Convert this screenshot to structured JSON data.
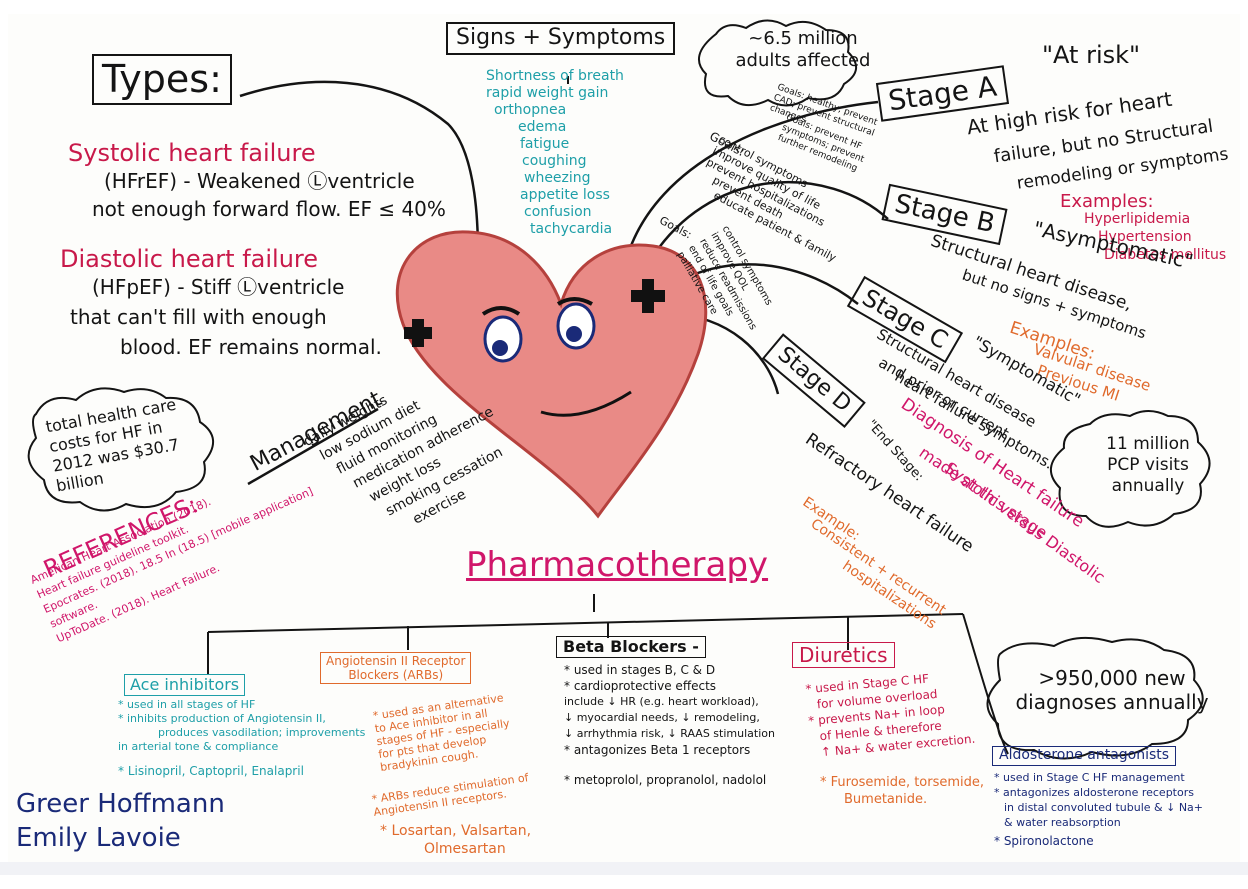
{
  "types": {
    "heading": "Types:",
    "systolic_title": "Systolic heart failure",
    "systolic_desc_1": "(HFrEF) - Weakened Ⓛventricle",
    "systolic_desc_2": "not enough forward flow. EF ≤ 40%",
    "diastolic_title": "Diastolic heart failure",
    "diastolic_desc_1": "(HFpEF) - Stiff Ⓛventricle",
    "diastolic_desc_2": "that can't fill with enough",
    "diastolic_desc_3": "blood. EF remains normal."
  },
  "signs": {
    "heading": "Signs + Symptoms",
    "items": [
      "Shortness of breath",
      "rapid weight gain",
      "orthopnea",
      "edema",
      "fatigue",
      "coughing",
      "wheezing",
      "appetite loss",
      "confusion",
      "tachycardia"
    ]
  },
  "stats": {
    "adults": "~6.5 million adults affected",
    "costs": "total health care costs for HF in 2012 was $30.7 billion",
    "visits": "11 million PCP visits annually",
    "diagnoses": ">950,000 new diagnoses annually"
  },
  "stage_a": {
    "label": "Stage A",
    "quote": "\"At risk\"",
    "desc_1": "At high risk for heart",
    "desc_2": "failure, but no Structural",
    "desc_3": "remodeling or symptoms",
    "examples_heading": "Examples:",
    "examples": [
      "Hyperlipidemia",
      "Hypertension",
      "Diabetes mellitus"
    ],
    "goals": "Goals: healthy; prevent CAD; prevent structural changes"
  },
  "stage_b": {
    "label": "Stage B",
    "quote": "\"Asymptomatic\"",
    "desc_1": "Structural heart disease,",
    "desc_2": "but no signs + symptoms",
    "examples_heading": "Examples:",
    "examples": [
      "Valvular disease",
      "Previous MI"
    ],
    "goals": "Goals: prevent HF symptoms; prevent further remodeling"
  },
  "stage_c": {
    "label": "Stage C",
    "quote": "\"Symptomatic\"",
    "desc_1": "Structural heart disease",
    "desc_2": "and prior or current",
    "desc_3": "heart failure symptoms.",
    "diag_1": "Diagnosis of Heart failure",
    "diag_2": "made at this stage",
    "diag_3": "Systolic versus Diastolic",
    "goals_heading": "Goals:",
    "goals": [
      "control symptoms",
      "improve quality of life",
      "prevent hospitalizations",
      "prevent death",
      "educate patient & family"
    ]
  },
  "stage_d": {
    "label": "Stage D",
    "quote": "\"End Stage:",
    "desc_1": "Refractory heart failure",
    "examples_heading": "Example:",
    "examples_1": "Consistent + recurrent",
    "examples_2": "hospitalizations",
    "goals_heading": "Goals:",
    "goals": [
      "control symptoms",
      "improve QOL",
      "reduce readmissions",
      "end of life goals",
      "palliative care"
    ]
  },
  "management": {
    "heading": "Management",
    "items": [
      "daily weights",
      "low sodium diet",
      "fluid monitoring",
      "medication adherence",
      "weight loss",
      "smoking cessation",
      "exercise"
    ]
  },
  "references": {
    "heading": "REFERENCES:",
    "items": [
      "American Heart Association (2018).",
      "Heart failure guideline toolkit.",
      "Epocrates. (2018). 18.5 In (18.5) [mobile application]",
      "software.",
      "UpToDate. (2018). Heart Failure."
    ]
  },
  "authors": [
    "Greer Hoffmann",
    "Emily Lavoie"
  ],
  "pharma": {
    "heading": "Pharmacotherapy",
    "ace": {
      "label": "Ace inhibitors",
      "items": [
        "* used in all stages of HF",
        "* inhibits production of Angiotensin II,",
        "produces vasodilation; improvements",
        "in arterial tone & compliance",
        "* Lisinopril, Captopril, Enalapril"
      ]
    },
    "arb": {
      "label_1": "Angiotensin II Receptor",
      "label_2": "Blockers (ARBs)",
      "items": [
        "* used as an alternative",
        "to Ace inhibitor in all",
        "stages of HF - especially",
        "for pts that develop",
        "bradykinin cough.",
        "* ARBs reduce stimulation of",
        "Angiotensin II receptors.",
        "* Losartan, Valsartan,",
        "Olmesartan"
      ]
    },
    "beta": {
      "label": "Beta Blockers -",
      "items": [
        "* used in stages B, C & D",
        "* cardioprotective effects",
        "include ↓ HR (e.g. heart workload),",
        "↓ myocardial needs, ↓ remodeling,",
        "↓ arrhythmia risk, ↓ RAAS stimulation",
        "* antagonizes Beta 1 receptors",
        "* metoprolol, propranolol, nadolol"
      ]
    },
    "diuretics": {
      "label": "Diuretics",
      "items": [
        "* used in Stage C HF",
        "for volume overload",
        "* prevents Na+ in loop",
        "of Henle & therefore",
        "↑ Na+ & water excretion.",
        "* Furosemide, torsemide,",
        "Bumetanide."
      ]
    },
    "aldo": {
      "label": "Aldosterone antagonists",
      "items": [
        "* used in Stage C HF management",
        "* antagonizes aldosterone receptors",
        "in distal convoluted tubule & ↓ Na+",
        "& water reabsorption",
        "* Spironolactone"
      ]
    }
  },
  "colors": {
    "red": "#c8194a",
    "black": "#141414",
    "teal": "#1e9fa8",
    "orange": "#e06a2c",
    "magenta": "#d0166a",
    "navy": "#1a2a78",
    "heart_fill": "#e98a86"
  }
}
